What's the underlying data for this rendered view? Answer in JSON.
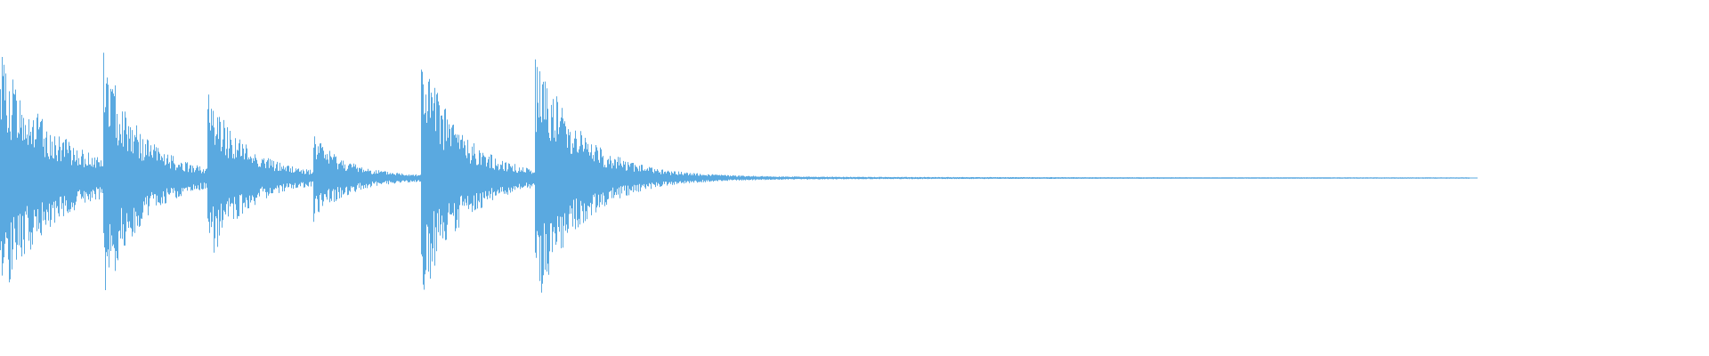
{
  "waveform": {
    "color": "#5aa9e0",
    "background": "#ffffff",
    "duration_fraction_with_signal": 0.86,
    "transients": [
      {
        "onset": 0.0,
        "peak": 0.84,
        "decay": 0.03
      },
      {
        "onset": 0.06,
        "peak": 0.74,
        "decay": 0.02
      },
      {
        "onset": 0.121,
        "peak": 0.54,
        "decay": 0.022
      },
      {
        "onset": 0.183,
        "peak": 0.26,
        "decay": 0.018
      },
      {
        "onset": 0.246,
        "peak": 0.84,
        "decay": 0.024
      },
      {
        "onset": 0.313,
        "peak": 0.84,
        "decay": 0.026
      }
    ]
  }
}
